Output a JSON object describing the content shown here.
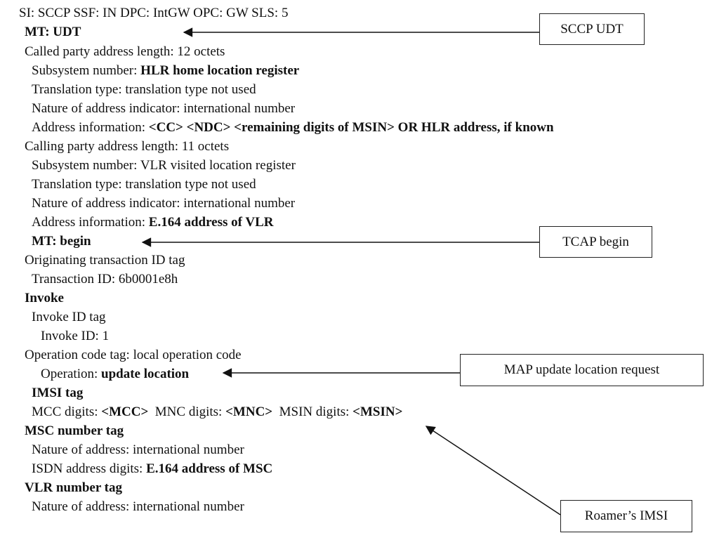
{
  "decode": {
    "header": "SI: SCCP  SSF: IN   DPC: IntGW  OPC: GW  SLS: 5",
    "mt_udt": "MT: UDT",
    "called_len": "Called party address length: 12 octets",
    "called_ssn_label": "Subsystem number: ",
    "called_ssn_value": "HLR home location register",
    "called_tt": "Translation type: translation type not used",
    "called_nai": "Nature of address indicator: international number",
    "called_addr_label": "Address information: ",
    "called_addr_value": "<CC> <NDC> <remaining digits of MSIN> OR HLR address, if known",
    "calling_len": "Calling party address length: 11 octets",
    "calling_ssn": "Subsystem number: VLR visited location register",
    "calling_tt": "Translation type: translation type not used",
    "calling_nai": "Nature of address indicator: international number",
    "calling_addr_label": "Address information: ",
    "calling_addr_value": "E.164 address of VLR",
    "mt_begin": "MT: begin",
    "otid_tag": "Originating transaction ID tag",
    "transaction_id": "Transaction ID: 6b0001e8h",
    "invoke": "Invoke",
    "invoke_id_tag": "Invoke ID tag",
    "invoke_id": "Invoke ID: 1",
    "opcode_tag": "Operation code tag: local operation code",
    "operation_label": "Operation: ",
    "operation_value": "update location",
    "imsi_tag": "IMSI tag",
    "mcc_label": "MCC digits: ",
    "mcc_value": "<MCC>",
    "mnc_label": "  MNC digits: ",
    "mnc_value": "<MNC>",
    "msin_label": "  MSIN digits: ",
    "msin_value": "<MSIN>",
    "msc_tag": "MSC number tag",
    "msc_noa": "Nature of address: international number",
    "msc_isdn_label": "ISDN address digits: ",
    "msc_isdn_value": "E.164 address of MSC",
    "vlr_tag": "VLR number tag",
    "vlr_noa": "Nature of address: international number"
  },
  "callouts": {
    "sccp_udt": "SCCP UDT",
    "tcap_begin": "TCAP begin",
    "map_update": "MAP update location request",
    "roamer_imsi": "Roamer’s IMSI"
  }
}
